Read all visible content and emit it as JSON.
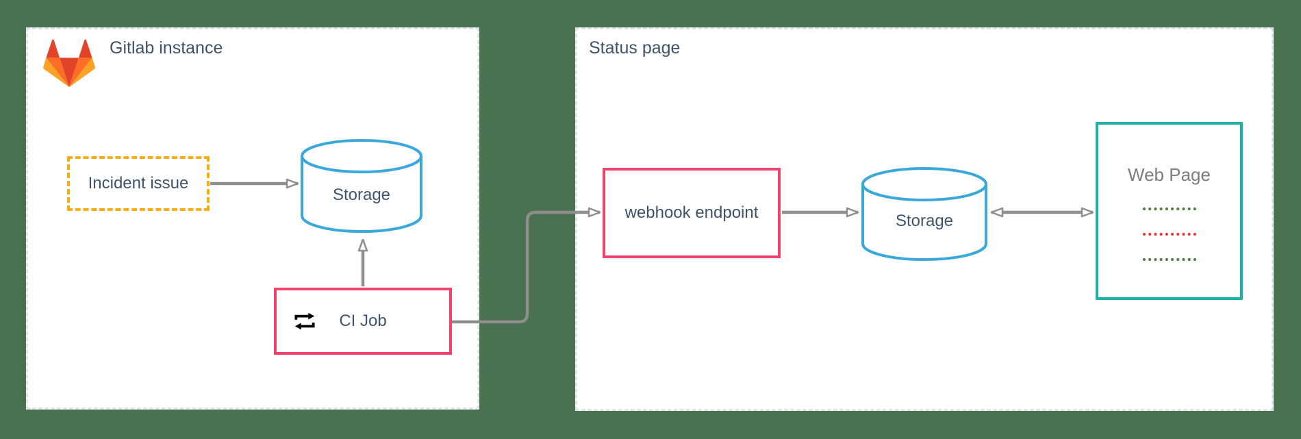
{
  "gitlab_box": {
    "title": "Gitlab instance"
  },
  "status_box": {
    "title": "Status page"
  },
  "nodes": {
    "incident": {
      "label": "Incident issue"
    },
    "storage_left": {
      "label": "Storage"
    },
    "ci_job": {
      "label": "CI Job"
    },
    "webhook": {
      "label": "webhook endpoint"
    },
    "storage_right": {
      "label": "Storage"
    },
    "web_page": {
      "label": "Web Page",
      "lines": [
        "green",
        "red",
        "green"
      ]
    }
  },
  "connections": [
    {
      "from": "Incident issue",
      "to": "Storage (Gitlab instance)",
      "type": "arrow"
    },
    {
      "from": "CI Job",
      "to": "Storage (Gitlab instance)",
      "type": "arrow"
    },
    {
      "from": "CI Job",
      "to": "webhook endpoint",
      "type": "arrow"
    },
    {
      "from": "webhook endpoint",
      "to": "Storage (Status page)",
      "type": "arrow"
    },
    {
      "from": "Storage (Status page)",
      "to": "Web Page",
      "type": "double-arrow"
    }
  ],
  "icons": {
    "gitlab_logo": "gitlab-tanuki-icon",
    "ci_job_icon": "repeat-loop-icon",
    "storage_shape": "database-cylinder-icon"
  },
  "colors": {
    "background": "#4a7150",
    "container_dash": "#e3e3ea",
    "accent_pink": "#f2426e",
    "accent_blue": "#3aa9da",
    "accent_teal": "#20b2a6",
    "accent_amber": "#fbad18",
    "arrow_gray": "#8e8e8e",
    "text_dark": "#3e546b",
    "text_gray": "#7d7d7d",
    "dot_green": "#4a7a3e",
    "dot_red": "#ee2b2b",
    "logo_red": "#e24329",
    "logo_orange": "#fc6d26",
    "logo_amber": "#fca326"
  }
}
